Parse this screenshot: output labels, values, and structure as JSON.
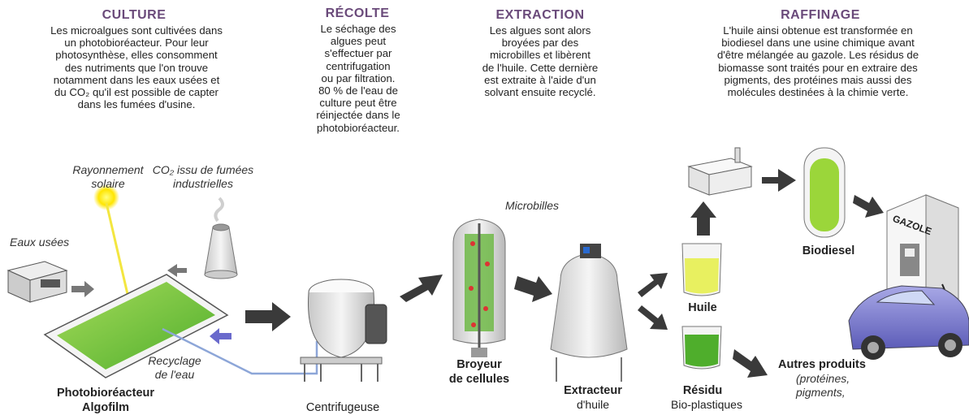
{
  "columns": [
    {
      "title": "CULTURE",
      "text": "Les microalgues sont cultivées dans\nun photobioréacteur. Pour leur\nphotosynthèse, elles consomment\ndes nutriments que l'on trouve\nnotamment dans les eaux usées et\ndu CO₂ qu'il est possible de capter\ndans les fumées d'usine."
    },
    {
      "title": "RÉCOLTE",
      "text": "Le séchage des\nalgues peut\ns'effectuer par\ncentrifugation\nou par filtration.\n80 % de l'eau de\nculture peut être\nréinjectée dans le\nphotobioréacteur."
    },
    {
      "title": "EXTRACTION",
      "text": "Les algues sont alors\nbroyées par des\nmicrobilles et libèrent\nde l'huile. Cette dernière\nest extraite à l'aide d'un\nsolvant ensuite recyclé."
    },
    {
      "title": "RAFFINAGE",
      "text": "L'huile ainsi obtenue est transformée en\nbiodiesel dans une usine chimique avant\nd'être mélangée au gazole. Les résidus de\nbiomasse sont traités pour en extraire des\npigments, des protéines mais aussi des\nmolécules destinées à la chimie verte."
    }
  ],
  "labels": {
    "rayonnement": "Rayonnement\nsolaire",
    "co2": "CO₂ issu de fumées\nindustrielles",
    "eaux": "Eaux usées",
    "recyclage": "Recyclage\nde l'eau",
    "photobio": "Photobioréacteur\nAlgofilm",
    "centrifugeuse": "Centrifugeuse",
    "microbilles": "Microbilles",
    "broyeur": "Broyeur\nde cellules",
    "extracteur": "Extracteur",
    "extracteur2": "d'huile",
    "huile": "Huile",
    "residu": "Résidu",
    "bioplastiques": "Bio-plastiques",
    "biodiesel": "Biodiesel",
    "autres": "Autres produits",
    "autres2": "(protéines,\npigments,",
    "gazole": "GAZOLE"
  },
  "colors": {
    "title": "#6a4a7a",
    "algae": "#7ac943",
    "oil": "#e8f060",
    "arrow": "#3a3a3a"
  }
}
